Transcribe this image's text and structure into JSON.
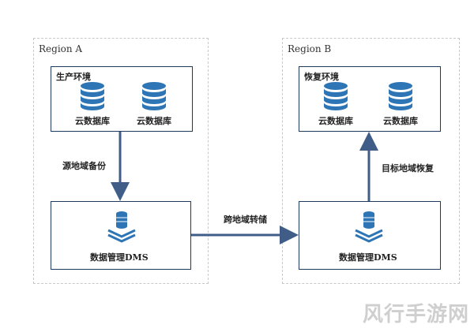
{
  "region_a": {
    "title": "Region A",
    "env_title": "生产环境",
    "databases": [
      "云数据库",
      "云数据库"
    ],
    "dms_label": "数据管理DMS",
    "arrow_label": "源地域备份"
  },
  "region_b": {
    "title": "Region B",
    "env_title": "恢复环境",
    "databases": [
      "云数据库",
      "云数据库"
    ],
    "dms_label": "数据管理DMS",
    "arrow_label": "目标地域恢复"
  },
  "cross_region_label": "跨地域转储",
  "watermark": "风行手游网",
  "colors": {
    "arrow": "#3f5d86",
    "db_fill": "#2e75b6",
    "dms_fill": "#2e75b6",
    "box_border": "#1f3a5c"
  },
  "icons": [
    "database-icon",
    "dms-stack-icon"
  ]
}
